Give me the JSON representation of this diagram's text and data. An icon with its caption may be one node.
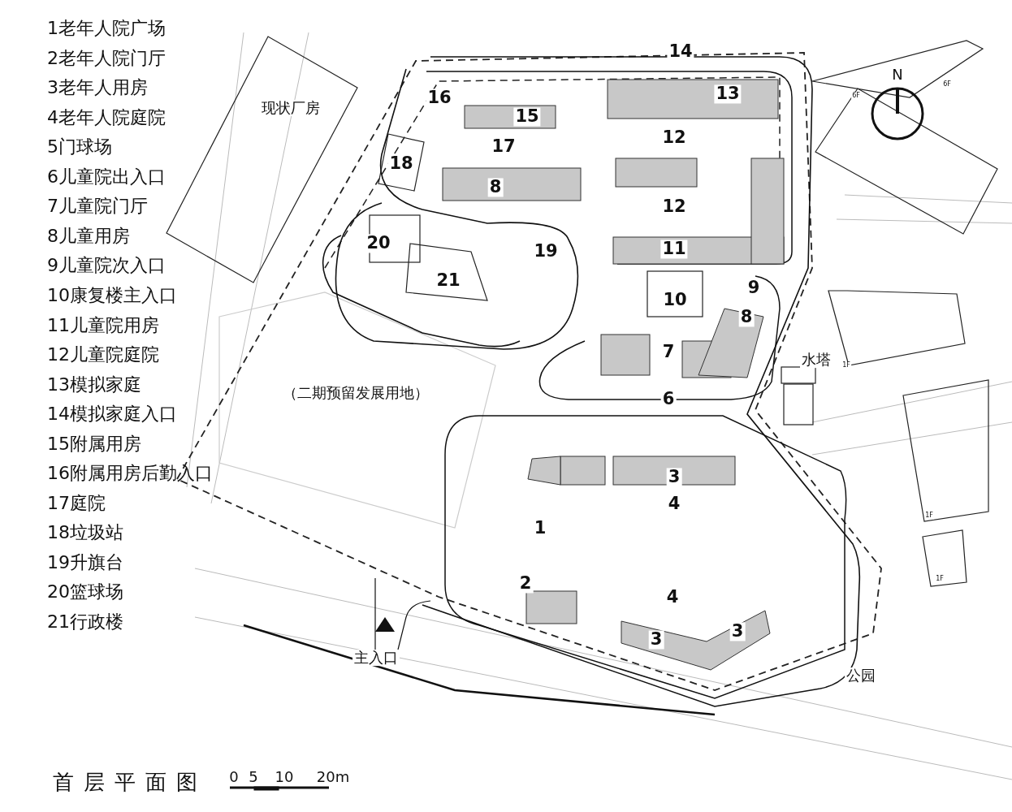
{
  "diagram": {
    "title": "首层平面图",
    "labels": [
      "1老年人院广场",
      "2老年人院门厅",
      "3老年人用房",
      "4老年人院庭院",
      "5门球场",
      "6儿童院出入口",
      "7儿童院门厅",
      "8儿童用房",
      "9儿童院次入口",
      "10康复楼主入口",
      "11儿童院用房",
      "12儿童院庭院",
      "13模拟家庭",
      "14模拟家庭入口",
      "15附属用房",
      "16附属用房后勤入口",
      "17庭院",
      "18垃圾站",
      "19升旗台",
      "20篮球场",
      "21行政楼",
      "14",
      "N",
      "6F",
      "6F",
      "现状厂房",
      "16",
      "15",
      "13",
      "12",
      "17",
      "18",
      "8",
      "12",
      "20",
      "19",
      "11",
      "21",
      "10",
      "9",
      "8",
      "7",
      "水塔",
      "1F",
      "（二期预留发展用地）",
      "6",
      "1F",
      "3",
      "4",
      "1",
      "1F",
      "2",
      "4",
      "3",
      "3",
      "主入口",
      "公园",
      "0",
      "5",
      "10",
      "20m"
    ]
  }
}
